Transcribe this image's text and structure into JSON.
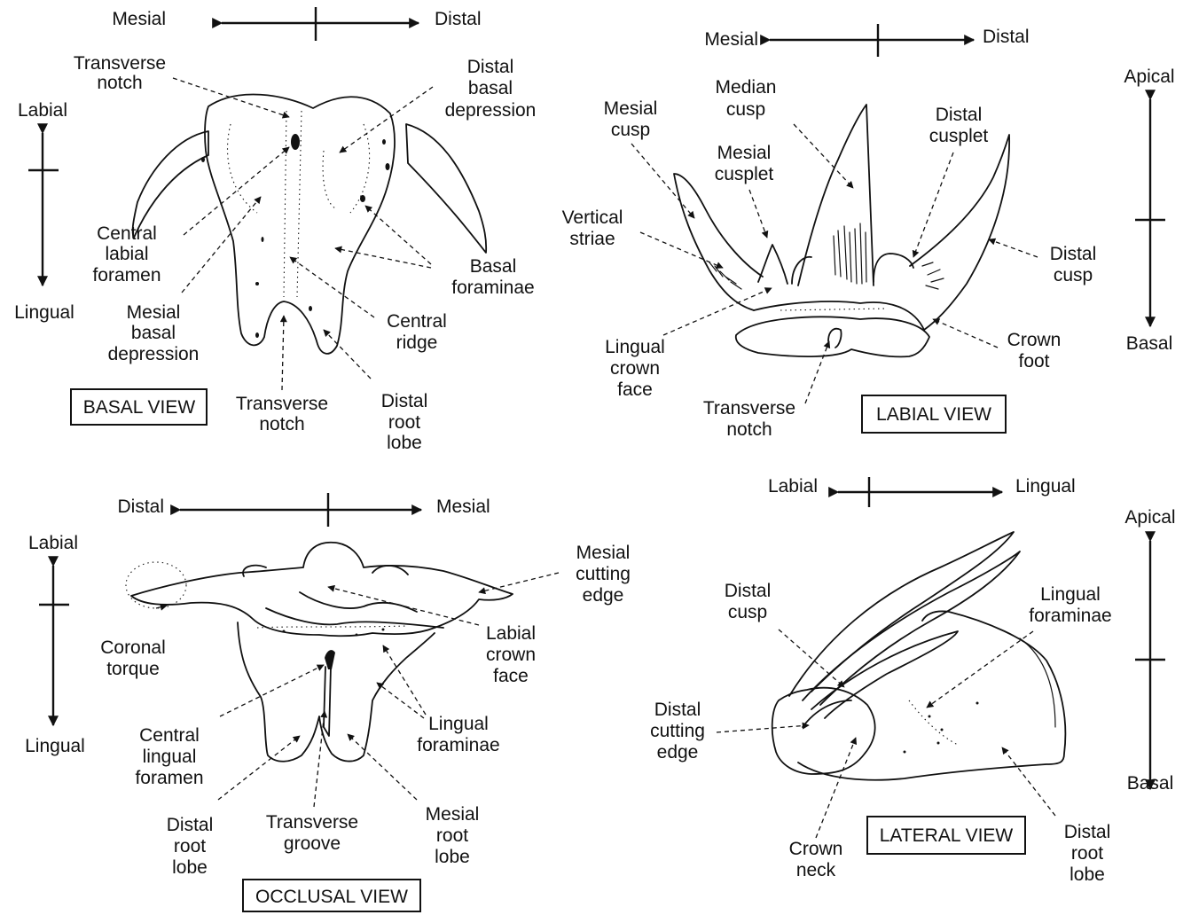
{
  "views": {
    "basal": {
      "title": "BASAL VIEW",
      "axes": {
        "left": "Mesial",
        "right": "Distal",
        "top": "Labial",
        "bottom": "Lingual"
      },
      "labels": {
        "transverse_notch_top": [
          "Transverse",
          "notch"
        ],
        "distal_basal_depression": [
          "Distal",
          "basal",
          "depression"
        ],
        "central_labial_foramen": [
          "Central",
          "labial",
          "foramen"
        ],
        "basal_foraminae": [
          "Basal",
          "foraminae"
        ],
        "mesial_basal_depression": [
          "Mesial",
          "basal",
          "depression"
        ],
        "central_ridge": [
          "Central",
          "ridge"
        ],
        "transverse_notch_bottom": [
          "Transverse",
          "notch"
        ],
        "distal_root_lobe": [
          "Distal",
          "root",
          "lobe"
        ]
      }
    },
    "labial": {
      "title": "LABIAL VIEW",
      "axes": {
        "left": "Mesial",
        "right": "Distal",
        "top": "Apical",
        "bottom": "Basal"
      },
      "labels": {
        "median_cusp": [
          "Median",
          "cusp"
        ],
        "mesial_cusp": [
          "Mesial",
          "cusp"
        ],
        "mesial_cusplet": [
          "Mesial",
          "cusplet"
        ],
        "distal_cusplet": [
          "Distal",
          "cusplet"
        ],
        "vertical_striae": [
          "Vertical",
          "striae"
        ],
        "distal_cusp": [
          "Distal",
          "cusp"
        ],
        "lingual_crown_face": [
          "Lingual",
          "crown",
          "face"
        ],
        "crown_foot": [
          "Crown",
          "foot"
        ],
        "transverse_notch": [
          "Transverse",
          "notch"
        ]
      }
    },
    "occlusal": {
      "title": "OCCLUSAL VIEW",
      "axes": {
        "left": "Distal",
        "right": "Mesial",
        "top": "Labial",
        "bottom": "Lingual"
      },
      "labels": {
        "mesial_cutting_edge": [
          "Mesial",
          "cutting",
          "edge"
        ],
        "coronal_torque": [
          "Coronal",
          "torque"
        ],
        "labial_crown_face": [
          "Labial",
          "crown",
          "face"
        ],
        "lingual_foraminae": [
          "Lingual",
          "foraminae"
        ],
        "central_lingual_foramen": [
          "Central",
          "lingual",
          "foramen"
        ],
        "distal_root_lobe": [
          "Distal",
          "root",
          "lobe"
        ],
        "transverse_groove": [
          "Transverse",
          "groove"
        ],
        "mesial_root_lobe": [
          "Mesial",
          "root",
          "lobe"
        ]
      }
    },
    "lateral": {
      "title": "LATERAL VIEW",
      "axes": {
        "left": "Labial",
        "right": "Lingual",
        "top": "Apical",
        "bottom": "Basal"
      },
      "labels": {
        "distal_cusp": [
          "Distal",
          "cusp"
        ],
        "lingual_foraminae": [
          "Lingual",
          "foraminae"
        ],
        "distal_cutting_edge": [
          "Distal",
          "cutting",
          "edge"
        ],
        "crown_neck": [
          "Crown",
          "neck"
        ],
        "distal_root_lobe": [
          "Distal",
          "root",
          "lobe"
        ]
      }
    }
  }
}
